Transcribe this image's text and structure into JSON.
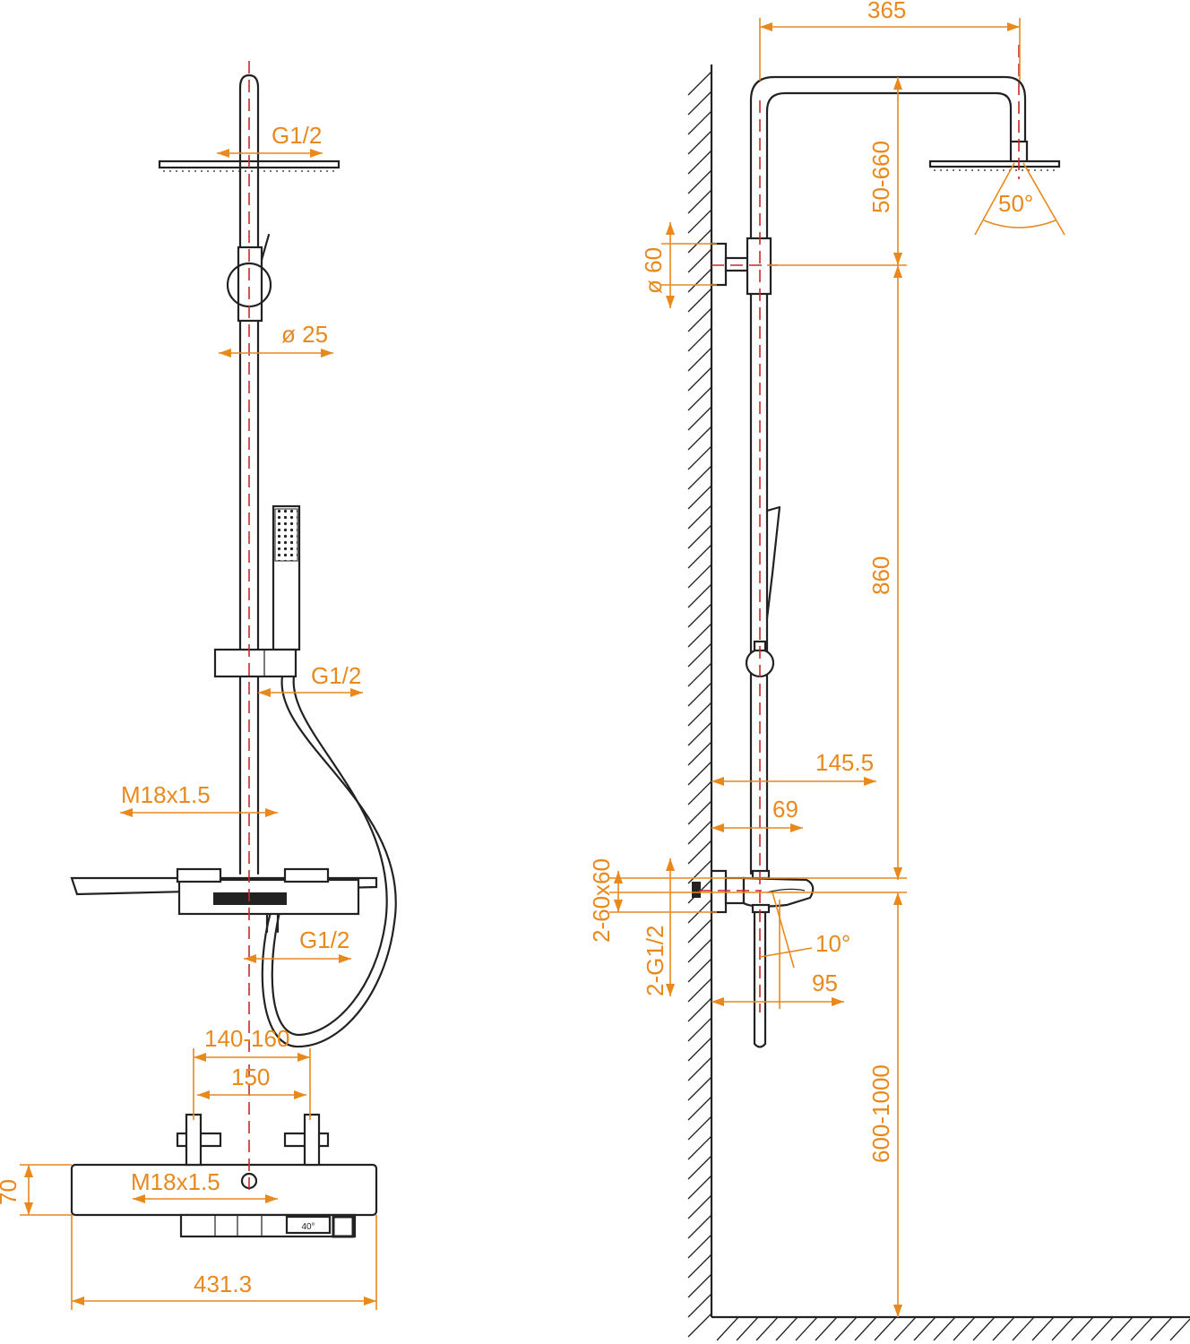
{
  "colors": {
    "dimension": "#e8891d",
    "centerline": "#c62828",
    "outline": "#222222",
    "background": "#ffffff"
  },
  "front_view": {
    "top_inlet_thread": "G1/2",
    "riser_diameter": "ø 25",
    "hose_thread": "G1/2",
    "riser_connection_thread": "M18x1.5",
    "outlet_thread": "G1/2"
  },
  "top_view": {
    "inlet_spacing_range": "140-160",
    "inlet_spacing": "150",
    "depth": "70",
    "connection_thread": "M18x1.5",
    "width": "431.3",
    "temp_marking": "40°"
  },
  "side_view": {
    "arm_reach": "365",
    "head_height_range": "50-660",
    "wall_bracket_diameter": "ø 60",
    "spray_angle": "50°",
    "riser_length": "860",
    "mixer_projection": "145.5",
    "riser_offset": "69",
    "escutcheon_size": "2-60x60",
    "inlet_threads": "2-G1/2",
    "spout_tilt": "10°",
    "spout_offset": "95",
    "mixer_height_range": "600-1000"
  }
}
